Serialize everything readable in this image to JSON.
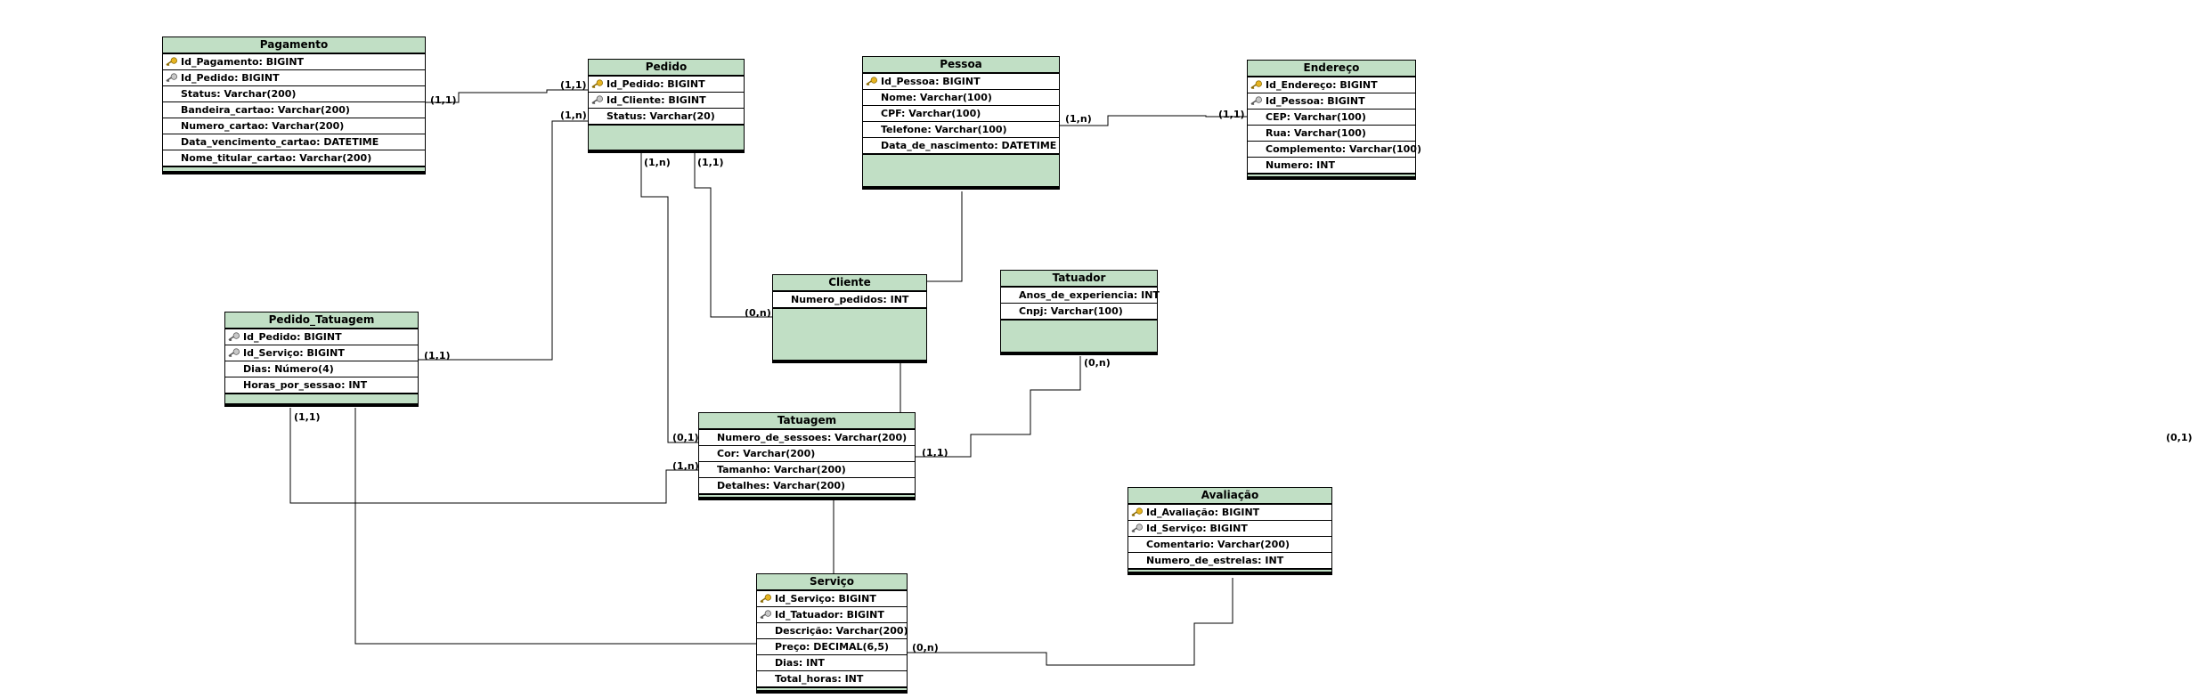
{
  "entities": {
    "pagamento": {
      "title": "Pagamento",
      "fields": [
        {
          "label": "Id_Pagamento: BIGINT",
          "key": "pk"
        },
        {
          "label": "Id_Pedido: BIGINT",
          "key": "fk"
        },
        {
          "label": "Status: Varchar(200)",
          "key": ""
        },
        {
          "label": "Bandeira_cartao: Varchar(200)",
          "key": ""
        },
        {
          "label": "Numero_cartao: Varchar(200)",
          "key": ""
        },
        {
          "label": "Data_vencimento_cartao: DATETIME",
          "key": ""
        },
        {
          "label": "Nome_titular_cartao: Varchar(200)",
          "key": ""
        }
      ]
    },
    "pedido": {
      "title": "Pedido",
      "fields": [
        {
          "label": "Id_Pedido: BIGINT",
          "key": "pk"
        },
        {
          "label": "Id_Cliente: BIGINT",
          "key": "fk"
        },
        {
          "label": "Status: Varchar(20)",
          "key": ""
        }
      ]
    },
    "pessoa": {
      "title": "Pessoa",
      "fields": [
        {
          "label": "Id_Pessoa: BIGINT",
          "key": "pk"
        },
        {
          "label": "Nome: Varchar(100)",
          "key": ""
        },
        {
          "label": "CPF: Varchar(100)",
          "key": ""
        },
        {
          "label": "Telefone: Varchar(100)",
          "key": ""
        },
        {
          "label": "Data_de_nascimento: DATETIME",
          "key": ""
        }
      ]
    },
    "endereco": {
      "title": "Endereço",
      "fields": [
        {
          "label": "Id_Endereço: BIGINT",
          "key": "pk"
        },
        {
          "label": "Id_Pessoa: BIGINT",
          "key": "fk"
        },
        {
          "label": "CEP: Varchar(100)",
          "key": ""
        },
        {
          "label": "Rua: Varchar(100)",
          "key": ""
        },
        {
          "label": "Complemento: Varchar(100)",
          "key": ""
        },
        {
          "label": "Numero: INT",
          "key": ""
        }
      ]
    },
    "cliente": {
      "title": "Cliente",
      "fields": [
        {
          "label": "Numero_pedidos: INT",
          "key": ""
        }
      ]
    },
    "tatuador": {
      "title": "Tatuador",
      "fields": [
        {
          "label": "Anos_de_experiencia: INT",
          "key": ""
        },
        {
          "label": "Cnpj: Varchar(100)",
          "key": ""
        }
      ]
    },
    "pedido_tatuagem": {
      "title": "Pedido_Tatuagem",
      "fields": [
        {
          "label": "Id_Pedido: BIGINT",
          "key": "fk"
        },
        {
          "label": "Id_Serviço: BIGINT",
          "key": "fk"
        },
        {
          "label": "Dias: Número(4)",
          "key": ""
        },
        {
          "label": "Horas_por_sessao: INT",
          "key": ""
        }
      ]
    },
    "tatuagem": {
      "title": "Tatuagem",
      "fields": [
        {
          "label": "Numero_de_sessoes: Varchar(200)",
          "key": ""
        },
        {
          "label": "Cor: Varchar(200)",
          "key": ""
        },
        {
          "label": "Tamanho: Varchar(200)",
          "key": ""
        },
        {
          "label": "Detalhes: Varchar(200)",
          "key": ""
        }
      ]
    },
    "avaliacao": {
      "title": "Avaliação",
      "fields": [
        {
          "label": "Id_Avaliação: BIGINT",
          "key": "pk"
        },
        {
          "label": "Id_Serviço: BIGINT",
          "key": "fk"
        },
        {
          "label": "Comentario: Varchar(200)",
          "key": ""
        },
        {
          "label": "Numero_de_estrelas: INT",
          "key": ""
        }
      ]
    },
    "servico": {
      "title": "Serviço",
      "fields": [
        {
          "label": "Id_Serviço: BIGINT",
          "key": "pk"
        },
        {
          "label": "Id_Tatuador: BIGINT",
          "key": "fk"
        },
        {
          "label": "Descrição: Varchar(200)",
          "key": ""
        },
        {
          "label": "Preço: DECIMAL(6,5)",
          "key": ""
        },
        {
          "label": "Dias: INT",
          "key": ""
        },
        {
          "label": "Total_horas: INT",
          "key": ""
        }
      ]
    }
  },
  "cardinalities": [
    "(1,1)",
    "(1,1)",
    "(1,n)",
    "(1,n)",
    "(1,1)",
    "(1,n)",
    "(1,1)",
    "(0,n)",
    "(0,n)",
    "(1,1)",
    "(1,1)",
    "(0,1)",
    "(1,n)",
    "(1,1)",
    "(0,n)",
    "(0,1)"
  ],
  "colors": {
    "entity_header": "#c1dfc5",
    "pk_key": "#e6b422",
    "fk_key": "#c8c8c8"
  }
}
